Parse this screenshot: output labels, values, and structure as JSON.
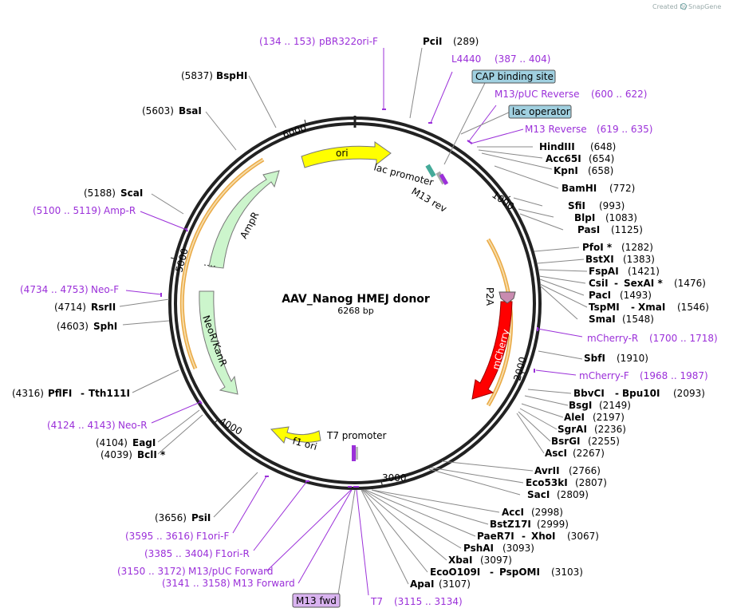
{
  "watermark": {
    "text": "Created by",
    "brand": "SnapGene"
  },
  "plasmid": {
    "name": "AAV_Nanog HMEJ donor",
    "size": "6268 bp"
  },
  "ticks": [
    "1000",
    "2000",
    "3000",
    "4000",
    "5000",
    "6000"
  ],
  "features": {
    "ori": "ori",
    "ampr": "AmpR",
    "neokan": "NeoR/KanR",
    "f1ori": "f1 ori",
    "mcherry": "mCherry",
    "p2a": "P2A",
    "lac_promoter": "lac promoter",
    "m13rev": "M13 rev",
    "t7_promoter": "T7 promoter"
  },
  "boxed": {
    "cap": "CAP binding site",
    "lacop": "lac operator",
    "m13fwd": "M13 fwd"
  },
  "labels": {
    "pbr_range": "(134 .. 153)",
    "pbr_name": "pBR322ori-F",
    "pcii_name": "PciI",
    "pcii_pos": "(289)",
    "l4440_name": "L4440",
    "l4440_range": "(387 .. 404)",
    "m13puc_rev_name": "M13/pUC Reverse",
    "m13puc_rev_range": "(600 .. 622)",
    "m13_rev_name": "M13 Reverse",
    "m13_rev_range": "(619 .. 635)",
    "hindiii_name": "HindIII",
    "hindiii_pos": "(648)",
    "acc65i_name": "Acc65I",
    "acc65i_pos": "(654)",
    "kpni_name": "KpnI",
    "kpni_pos": "(658)",
    "bamhi_name": "BamHI",
    "bamhi_pos": "(772)",
    "sfii_name": "SfiI",
    "sfii_pos": "(993)",
    "blpi_name": "BlpI",
    "blpi_pos": "(1083)",
    "pasi_name": "PasI",
    "pasi_pos": "(1125)",
    "pfoi_name": "PfoI *",
    "pfoi_pos": "(1282)",
    "bstxi_name": "BstXI",
    "bstxi_pos": "(1383)",
    "fspai_name": "FspAI",
    "fspai_pos": "(1421)",
    "csii_name": "CsiI",
    "sexai_name": "SexAI *",
    "csii_pos": "(1476)",
    "paci_name": "PacI",
    "paci_pos": "(1493)",
    "tspmi_name": "TspMI",
    "xmai_name": "XmaI",
    "tspmi_pos": "(1546)",
    "smai_name": "SmaI",
    "smai_pos": "(1548)",
    "mcherry_r_name": "mCherry-R",
    "mcherry_r_range": "(1700 .. 1718)",
    "sbfi_name": "SbfI",
    "sbfi_pos": "(1910)",
    "mcherry_f_name": "mCherry-F",
    "mcherry_f_range": "(1968 .. 1987)",
    "bbvci_name": "BbvCI",
    "bpu10i_name": "Bpu10I",
    "bbvci_pos": "(2093)",
    "bsgi_name": "BsgI",
    "bsgi_pos": "(2149)",
    "alei_name": "AleI",
    "alei_pos": "(2197)",
    "sgrai_name": "SgrAI",
    "sgrai_pos": "(2236)",
    "bsrgi_name": "BsrGI",
    "bsrgi_pos": "(2255)",
    "asci_name": "AscI",
    "asci_pos": "(2267)",
    "avrii_name": "AvrII",
    "avrii_pos": "(2766)",
    "eco53ki_name": "Eco53kI",
    "eco53ki_pos": "(2807)",
    "saci_name": "SacI",
    "saci_pos": "(2809)",
    "acci_name": "AccI",
    "acci_pos": "(2998)",
    "bstz17i_name": "BstZ17I",
    "bstz17i_pos": "(2999)",
    "paer7i_name": "PaeR7I",
    "xhoi_name": "XhoI",
    "paer7i_pos": "(3067)",
    "pshai_name": "PshAI",
    "pshai_pos": "(3093)",
    "xbai_name": "XbaI",
    "xbai_pos": "(3097)",
    "ecoo109i_name": "EcoO109I",
    "pspomi_name": "PspOMI",
    "ecoo109i_pos": "(3103)",
    "apai_name": "ApaI",
    "apai_pos": "(3107)",
    "t7_name": "T7",
    "t7_range": "(3115 .. 3134)",
    "m13_fwd_range": "(3141 .. 3158)",
    "m13_fwd_name": "M13 Forward",
    "m13puc_fwd_range": "(3150 .. 3172)",
    "m13puc_fwd_name": "M13/pUC Forward",
    "f1ori_r_range": "(3385 .. 3404)",
    "f1ori_r_name": "F1ori-R",
    "f1ori_f_range": "(3595 .. 3616)",
    "f1ori_f_name": "F1ori-F",
    "psii_pos": "(3656)",
    "psii_name": "PsiI",
    "bcli_pos": "(4039)",
    "bcli_name": "BclI *",
    "eagi_pos": "(4104)",
    "eagi_name": "EagI",
    "neor_range": "(4124 .. 4143)",
    "neor_name": "Neo-R",
    "pflfi_pos": "(4316)",
    "pflfi_name": "PflFI",
    "tth111i_name": "Tth111I",
    "sphi_pos": "(4603)",
    "sphi_name": "SphI",
    "rsrii_pos": "(4714)",
    "rsrii_name": "RsrII",
    "neof_range": "(4734 .. 4753)",
    "neof_name": "Neo-F",
    "ampr_range": "(5100 .. 5119)",
    "ampr_name": "Amp-R",
    "scai_pos": "(5188)",
    "scai_name": "ScaI",
    "bsai_pos": "(5603)",
    "bsai_name": "BsaI",
    "bsphi_pos": "(5837)",
    "bsphi_name": "BspHI"
  },
  "colors": {
    "backbone": "#222222",
    "ori": "#ffff00",
    "resistance": "#ccf5cc",
    "mcherry": "#ff0000",
    "orange_arc": "#e8a030",
    "primer": "#9b30d9",
    "cap_box": "#a0d0e0",
    "m13fwd_box": "#d9b3f0"
  }
}
